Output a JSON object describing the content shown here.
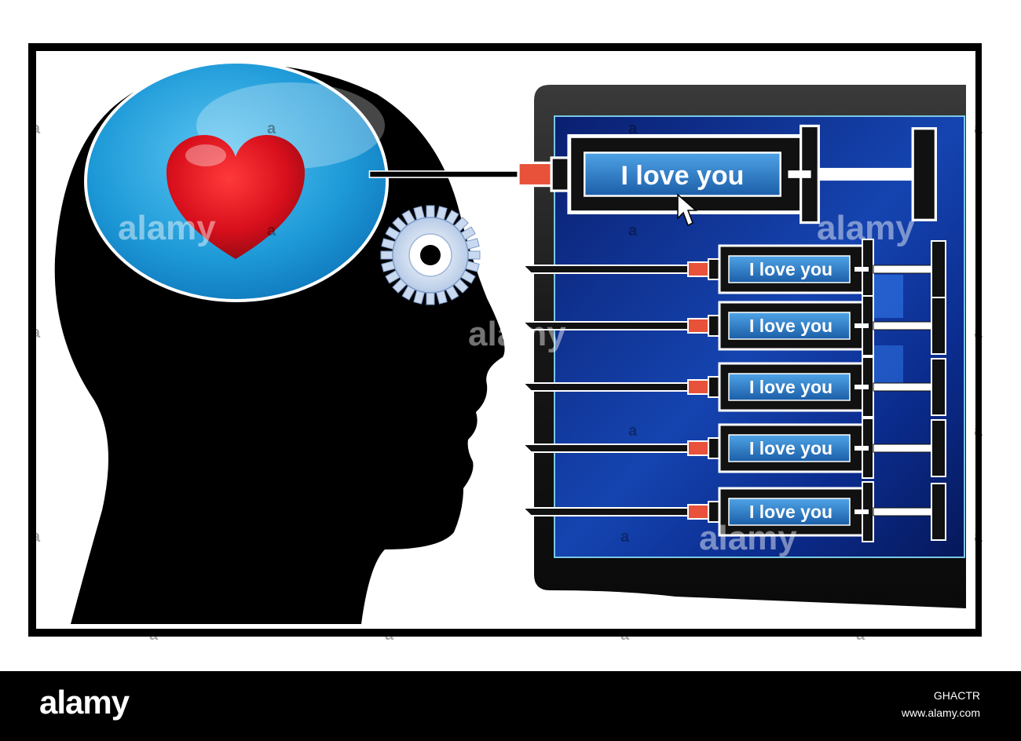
{
  "message": "I love you",
  "watermark": "alamy",
  "watermark_mark": "a",
  "footer": {
    "logo": "alamy",
    "image_id": "GHACTR",
    "site": "www.alamy.com"
  },
  "colors": {
    "brain": "#1e9ad8",
    "heart": "#e01522",
    "screen": "#0c2a8a",
    "syringe_barrel": "#2a79c8",
    "syringe_tip": "#e8513a",
    "gear": "#c9d9ef"
  },
  "icons": [
    "head-silhouette",
    "brain-bubble",
    "heart-icon",
    "gear-icon",
    "eye-icon",
    "syringe-icon",
    "cursor-arrow-icon",
    "monitor"
  ]
}
